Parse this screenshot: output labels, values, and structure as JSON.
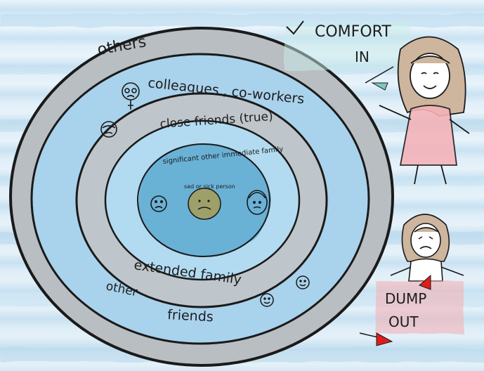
{
  "rings": [
    {
      "label": "others"
    },
    {
      "label": "colleagues , co-workers"
    },
    {
      "label": "close friends (true)"
    },
    {
      "label": "significant other immediate family"
    },
    {
      "label": "sad or sick person"
    }
  ],
  "bottom_labels": {
    "extended_family": "extended family",
    "other_friends_1": "other",
    "other_friends_2": "friends"
  },
  "comfort": {
    "line1": "COMFORT",
    "line2": "IN"
  },
  "dump": {
    "line1": "DUMP",
    "line2": "OUT"
  },
  "colors": {
    "ring_gray": "#b9bec2",
    "ring_blue": "#a9d2ec",
    "center_olive": "#9ea06a",
    "dump_red": "#e01c1c",
    "comfort_teal": "#7fc7c0",
    "pink_highlight": "#f3b3b8"
  }
}
